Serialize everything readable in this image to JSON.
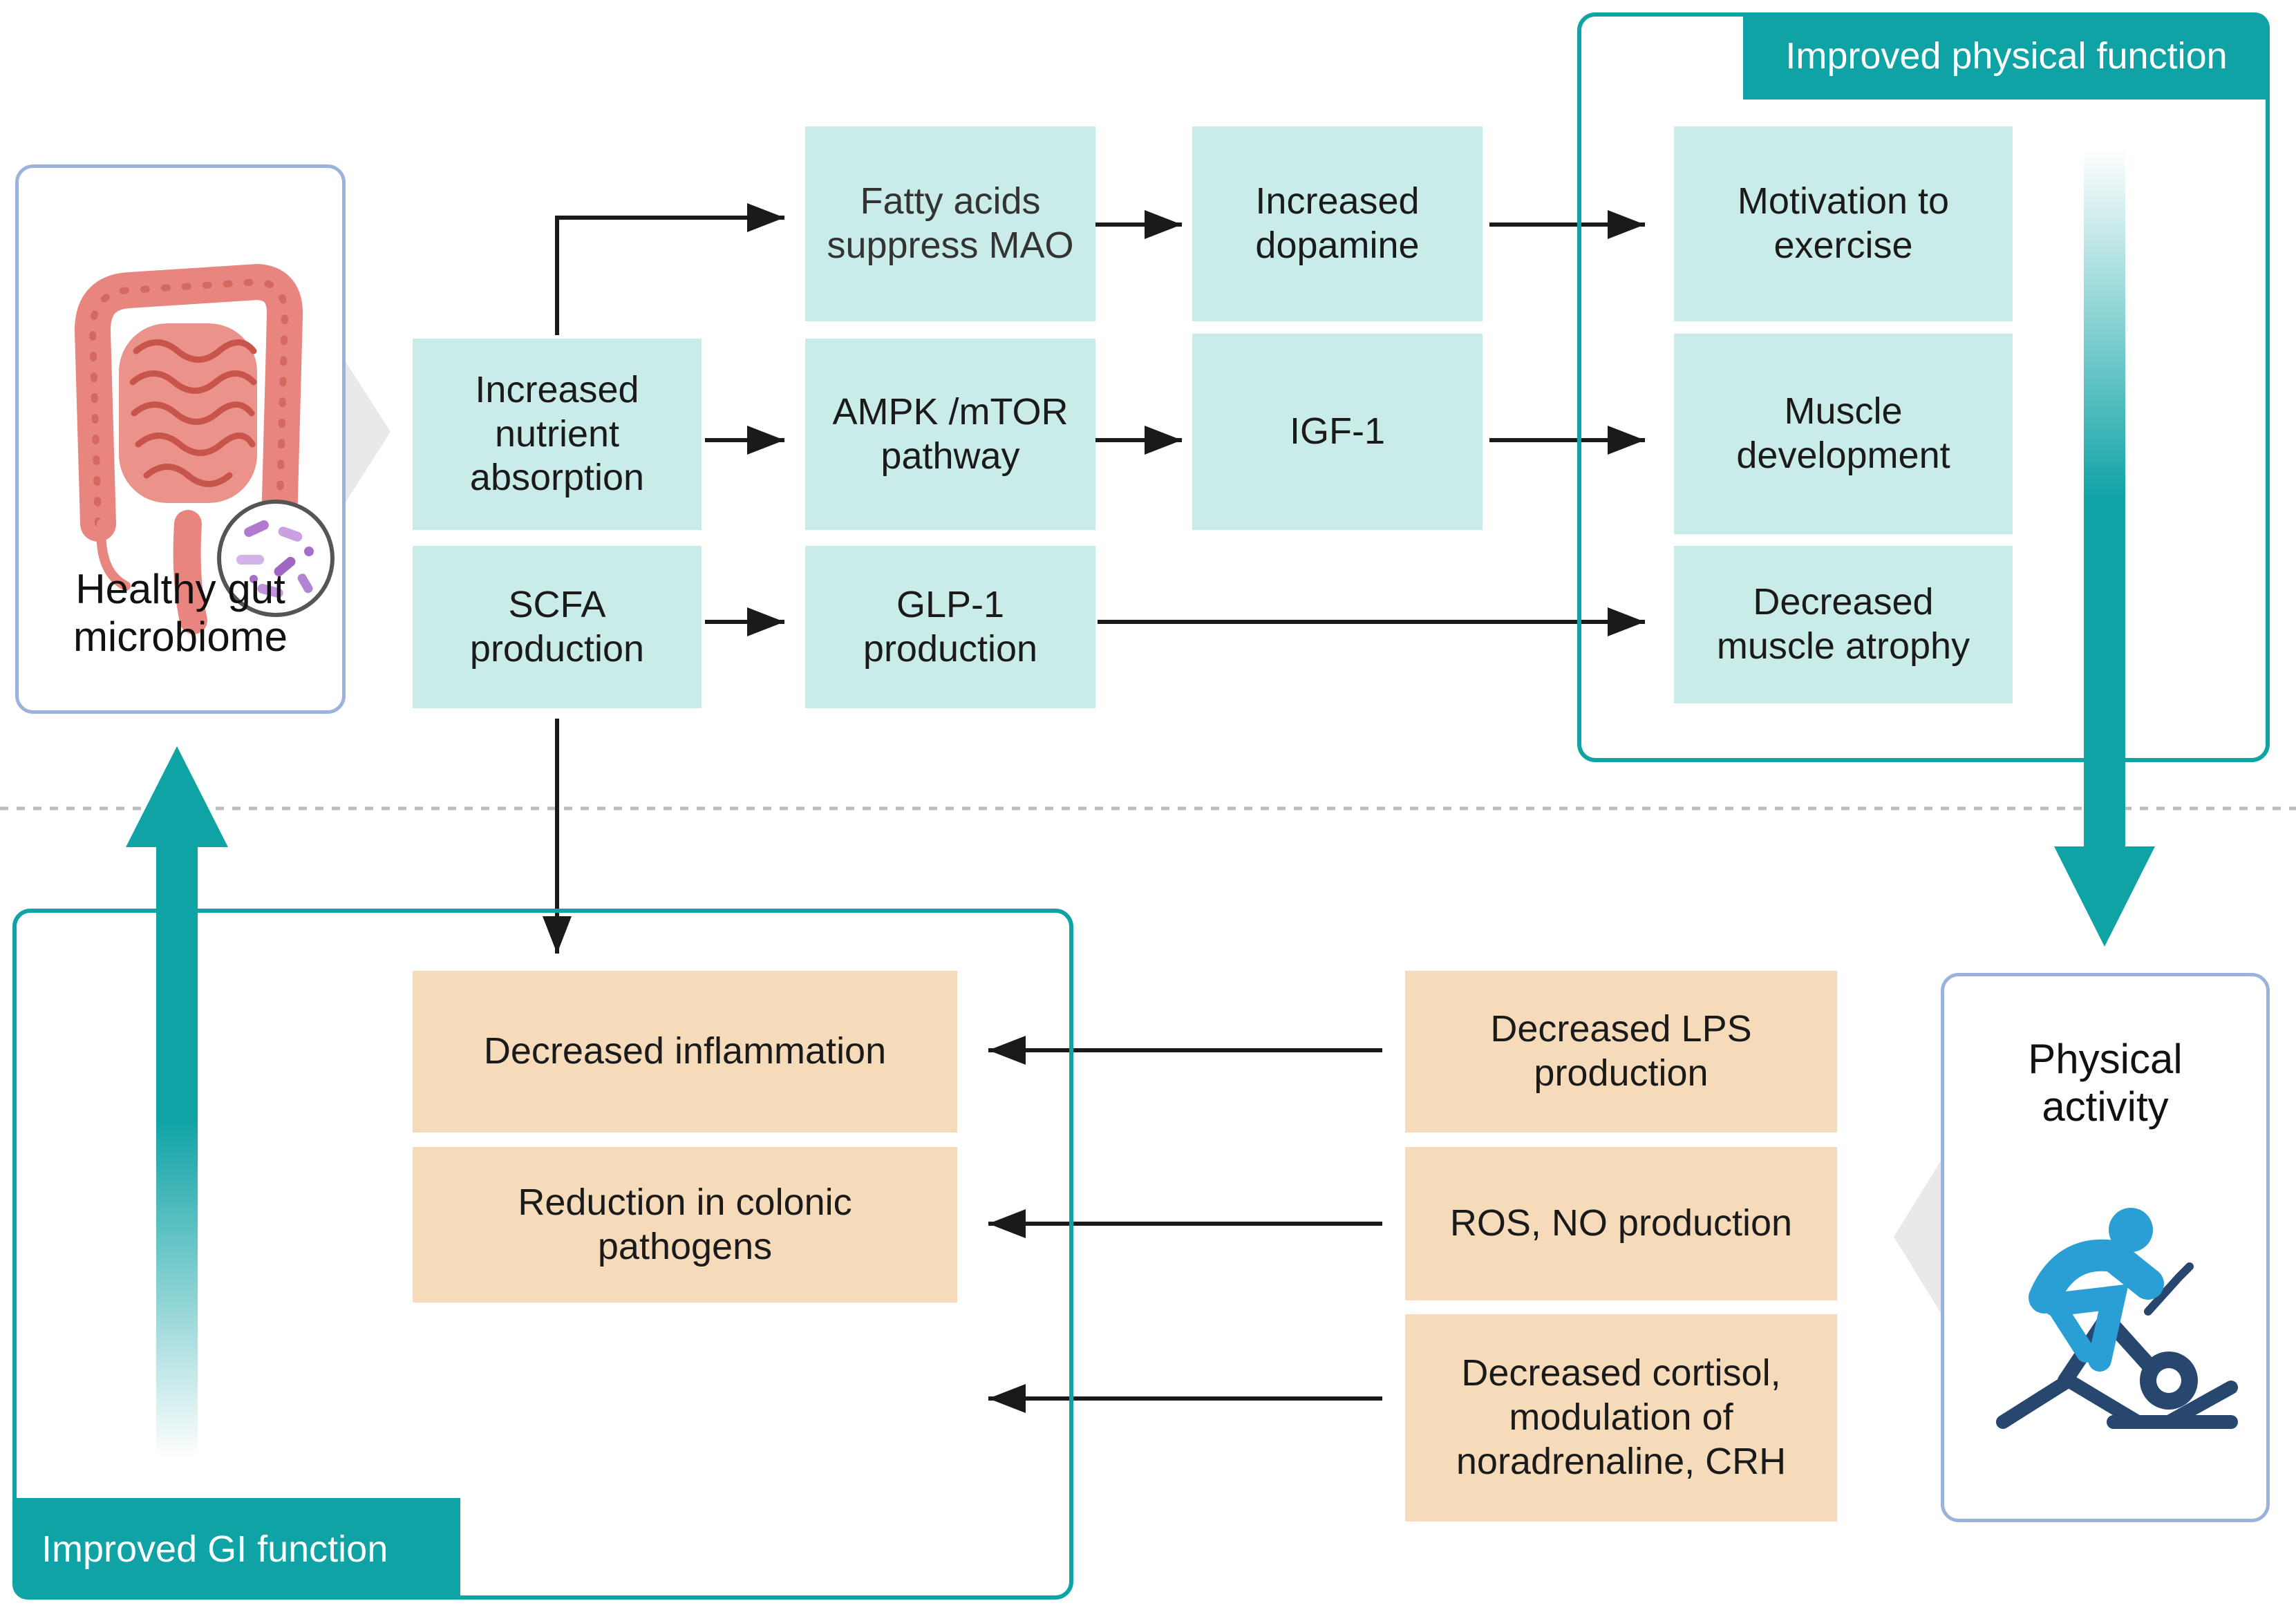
{
  "gut": {
    "label": "Healthy gut\nmicrobiome"
  },
  "activity": {
    "label": "Physical\nactivity"
  },
  "banners": {
    "physical": "Improved physical function",
    "gi": "Improved GI function"
  },
  "teal_boxes": {
    "fatty_acids": "Fatty acids\nsuppress MAO",
    "dopamine": "Increased\ndopamine",
    "motivation": "Motivation to\nexercise",
    "nutrient": "Increased\nnutrient\nabsorption",
    "ampk": "AMPK /mTOR\npathway",
    "igf": "IGF-1",
    "muscle_dev": "Muscle\ndevelopment",
    "scfa": "SCFA\nproduction",
    "glp": "GLP-1\nproduction",
    "atrophy": "Decreased\nmuscle atrophy"
  },
  "orange_boxes": {
    "inflammation": "Decreased inflammation",
    "pathogens": "Reduction in colonic\npathogens",
    "lps": "Decreased LPS\nproduction",
    "ros": "ROS, NO production",
    "cortisol": "Decreased cortisol,\nmodulation of\nnoradrenaline, CRH"
  },
  "colors": {
    "teal_box": "#c9ece8",
    "orange_box": "#f6dbbb",
    "frame_teal": "#0fa3a6",
    "side_border": "#9bb3dc",
    "intestine": "#e8857f",
    "cyclist": "#2a9fd6",
    "bike": "#27476e"
  },
  "icons": {
    "gut": "intestine-with-bacteria-icon",
    "activity": "exercise-bike-icon"
  }
}
